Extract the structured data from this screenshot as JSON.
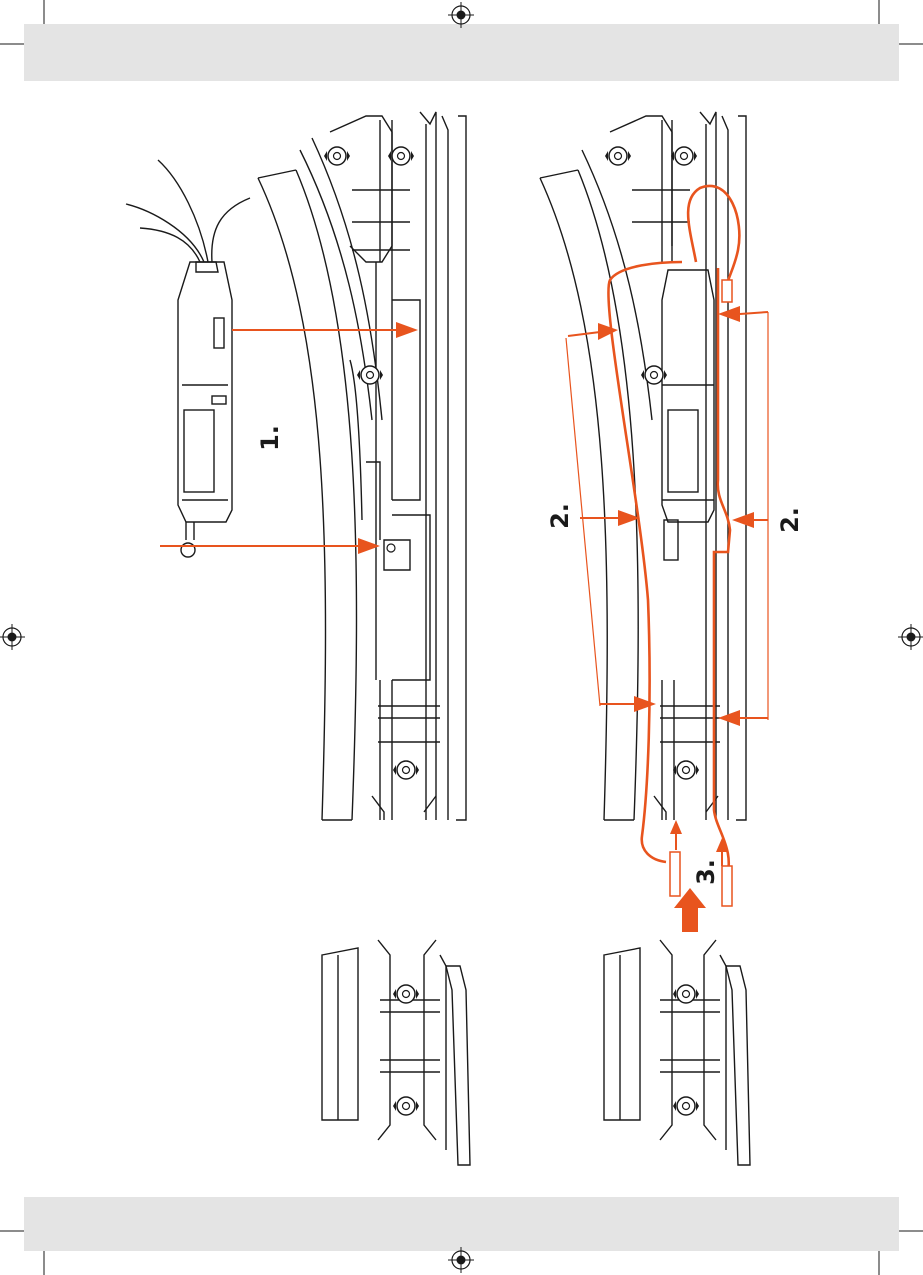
{
  "page": {
    "accent_color": "#e8541e",
    "line_color": "#1a1a1a"
  },
  "steps": {
    "step1": "1.",
    "step2_left": "2.",
    "step2_right": "2.",
    "step3": "3."
  },
  "icons": {
    "registration_marks": "crosshair-circle-icon"
  }
}
